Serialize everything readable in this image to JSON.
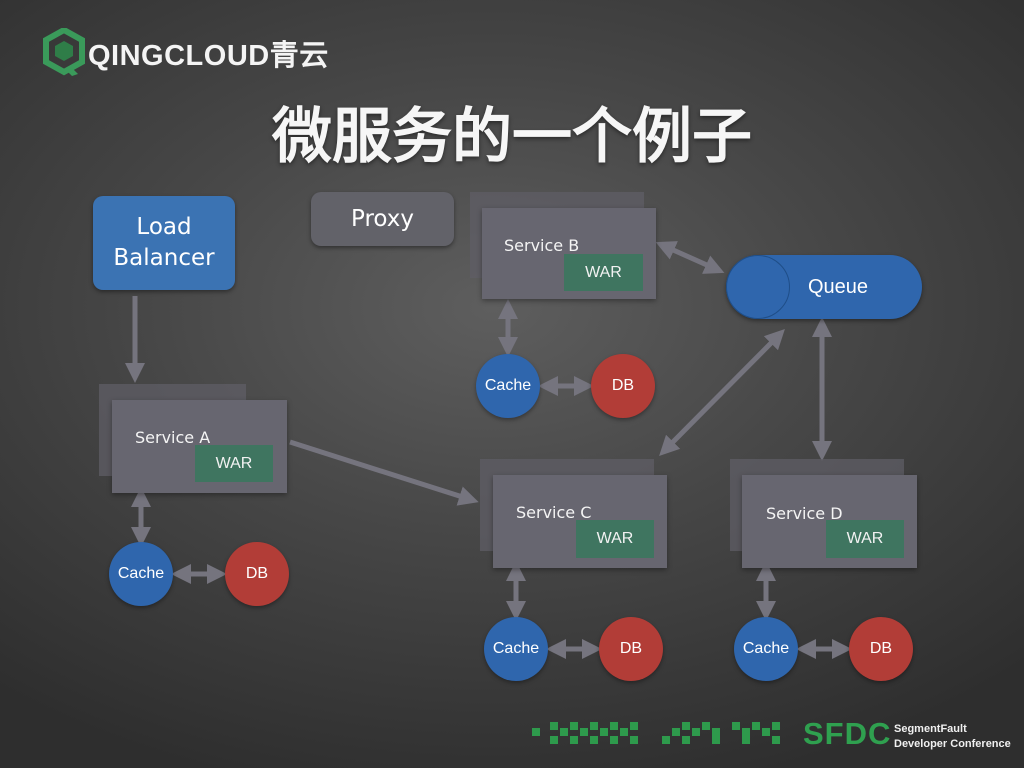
{
  "brand": {
    "logo_text": "QINGCLOUD青云",
    "accent": "#3a9a5a"
  },
  "slide": {
    "title": "微服务的一个例子"
  },
  "nodes": {
    "load_balancer": "Load\nBalancer",
    "proxy": "Proxy",
    "queue": "Queue",
    "services": [
      {
        "label": "Service A",
        "war": "WAR",
        "cache": "Cache",
        "db": "DB"
      },
      {
        "label": "Service B",
        "war": "WAR",
        "cache": "Cache",
        "db": "DB"
      },
      {
        "label": "Service C",
        "war": "WAR",
        "cache": "Cache",
        "db": "DB"
      },
      {
        "label": "Service D",
        "war": "WAR",
        "cache": "Cache",
        "db": "DB"
      }
    ]
  },
  "footer": {
    "sfdc": "SFDC",
    "conference": "SegmentFault\nDeveloper Conference"
  },
  "colors": {
    "load_balancer": "#3b73b3",
    "cache": "#2f66ad",
    "db": "#b23d37",
    "war": "#3f7560",
    "arrow": "#75747e"
  }
}
